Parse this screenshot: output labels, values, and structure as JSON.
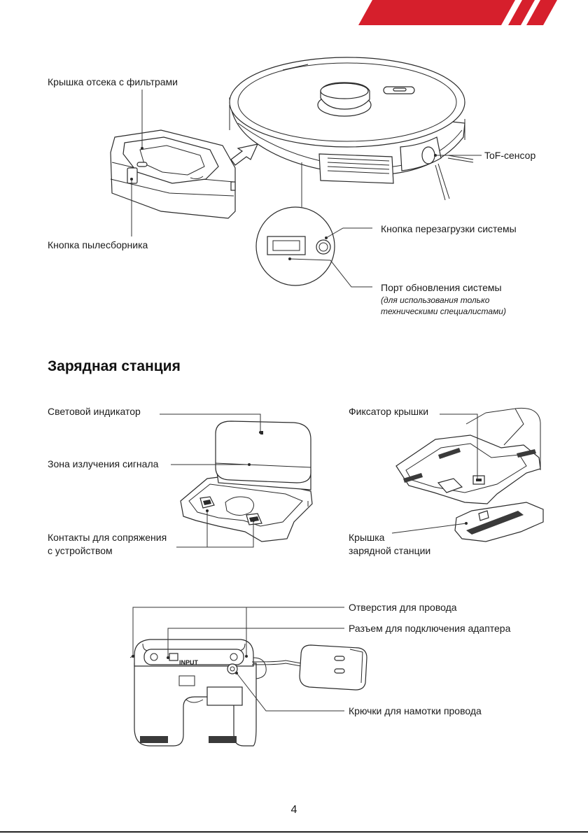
{
  "page_number": "4",
  "section_heading": "Зарядная станция",
  "brand_colors": {
    "accent": "#d61f2c",
    "line": "#2a2a2a"
  },
  "robot_callouts": {
    "filter_cover": "Крышка отсека с фильтрами",
    "dustbin_button": "Кнопка пылесборника",
    "tof_sensor": "ToF-сенсор",
    "reset_button": "Кнопка перезагрузки системы",
    "update_port": "Порт обновления системы",
    "update_port_note_1": "(для использования только",
    "update_port_note_2": "техническими специалистами)"
  },
  "station_callouts": {
    "indicator": "Световой индикатор",
    "signal_zone": "Зона излучения сигнала",
    "contacts_1": "Контакты для сопряжения",
    "contacts_2": "с устройством",
    "cover_latch": "Фиксатор крышки",
    "station_cover_1": "Крышка",
    "station_cover_2": "зарядной станции"
  },
  "bottom_callouts": {
    "cable_holes": "Отверстия для провода",
    "adapter_socket": "Разъем для подключения адаптера",
    "cable_hooks": "Крючки для намотки провода",
    "input_marking": "INPUT"
  }
}
